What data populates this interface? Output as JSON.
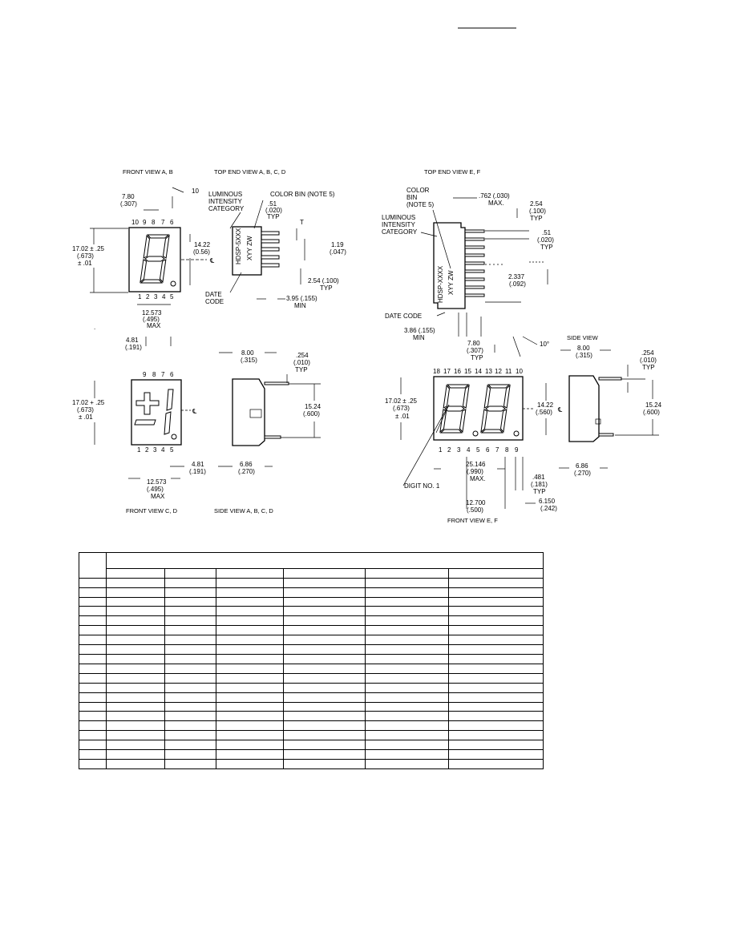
{
  "views": {
    "front_ab": "FRONT VIEW A, B",
    "top_end_abcd": "TOP END VIEW A, B, C, D",
    "top_end_ef": "TOP END VIEW E, F",
    "front_cd": "FRONT VIEW C, D",
    "side_abcd": "SIDE VIEW A, B, C, D",
    "side_view": "SIDE VIEW",
    "front_ef": "FRONT VIEW E, F"
  },
  "labels": {
    "luminous": "LUMINOUS",
    "intensity": "INTENSITY",
    "category": "CATEGORY",
    "category_arrow": "CATEGORY",
    "color_bin_note": "COLOR BIN (NOTE 5)",
    "color": "COLOR",
    "bin": "BIN",
    "note5": "(NOTE 5)",
    "date": "DATE",
    "code": "CODE",
    "date_code": "DATE CODE",
    "digit_no_1": "DIGIT NO. 1",
    "part_ad": "HDSP-5XXX",
    "part_ef": "HDSP-XXXX",
    "xyy_zw": "XYY ZW",
    "cl": "℄"
  },
  "pins": {
    "top_ab": [
      "10",
      "9",
      "8",
      "7",
      "6"
    ],
    "bottom_ab": [
      "1",
      "2",
      "3",
      "4",
      "5"
    ],
    "top_cd": [
      "9",
      "8",
      "7",
      "6"
    ],
    "bottom_cd": [
      "1",
      "2",
      "3",
      "4",
      "5"
    ],
    "top_ef": [
      "18",
      "17",
      "16",
      "15",
      "14",
      "13",
      "12",
      "11",
      "10"
    ],
    "bottom_ef": [
      "1",
      "2",
      "3",
      "4",
      "5",
      "6",
      "7",
      "8",
      "9"
    ]
  },
  "dims": {
    "w780": "7.80",
    "w780b": "(.307)",
    "ten_deg": "10",
    "h1702": "17.02 ± .25",
    "h1702b": "(.673)",
    "h1702c": "± .01",
    "h1422": "14.22",
    "h1422b": "(0.56)",
    "w12573": "12.573",
    "w12573b": "(.495)",
    "w12573c": "MAX",
    "w481": "4.81",
    "w481b": "(.191)",
    "t051": ".51",
    "t051b": "(.020)",
    "t051c": "TYP",
    "t119": "1.19",
    "t119b": "(.047)",
    "t254": "2.54 (.100)",
    "t254b": "TYP",
    "t395": "3.95 (.155)",
    "t395b": "MIN",
    "s800": "8.00",
    "s800b": "(.315)",
    "s254": ".254",
    "s254b": "(.010)",
    "s254c": "TYP",
    "s1524": "15.24",
    "s1524b": "(.600)",
    "s686": "6.86",
    "s686b": "(.270)",
    "h1702_cd": "17.02 + .25",
    "h1702b_cd": "(.673)",
    "h1702c_cd": "± .01",
    "w481_cd": "4.81",
    "w481b_cd": "(.191)",
    "w12573_cd": "12.573",
    "w12573b_cd": "(.495)",
    "w12573c_cd": "MAX",
    "e762": ".762 (.030)",
    "e762b": "MAX.",
    "e254": "2.54",
    "e254b": "(.100)",
    "e254c": "TYP",
    "e051": ".51",
    "e051b": "(.020)",
    "e051c": "TYP",
    "e2337": "2.337",
    "e2337b": "(.092)",
    "e386": "3.86 (.155)",
    "e386b": "MIN",
    "e780": "7.80",
    "e780b": "(.307)",
    "e780c": "TYP",
    "e10deg": "10°",
    "e1702": "17.02 ± .25",
    "e1702b": "(.673)",
    "e1702c": "± .01",
    "e1422": "14.22",
    "e1422b": "(.560)",
    "e25146": "25.146",
    "e25146b": "(.990)",
    "e25146c": "MAX.",
    "e481": ".481",
    "e481b": "(.181)",
    "e481c": "TYP",
    "e12700": "12.700",
    "e12700b": "(.500)",
    "e6150": "6.150",
    "e6150b": "(.242)",
    "es800": "8.00",
    "es800b": "(.315)",
    "es254": ".254",
    "es254b": "(.010)",
    "es254c": "TYP",
    "es1524": "15.24",
    "es1524b": "(.600)",
    "es686": "6.86",
    "es686b": "(.270)"
  },
  "table": {
    "rows": 20,
    "data_columns": 7
  }
}
